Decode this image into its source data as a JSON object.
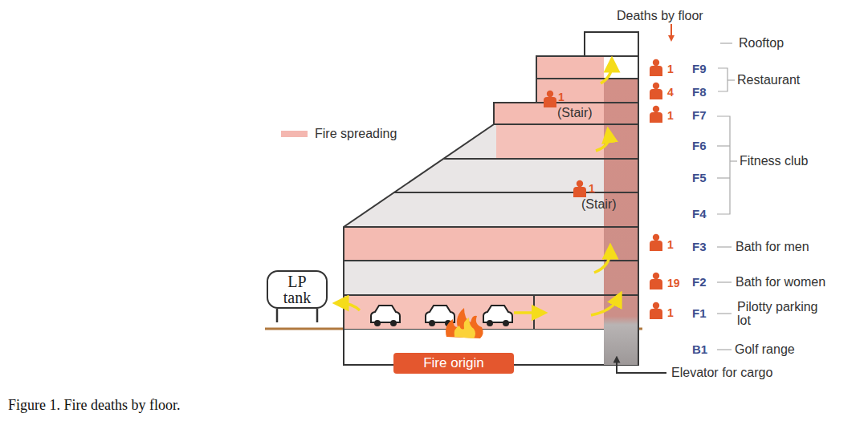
{
  "diagram": {
    "caption": "Figure 1. Fire deaths by floor.",
    "nodes": [
      {
        "text": [
          "LP tank"
        ]
      },
      {
        "text": [
          "Fire origin"
        ]
      }
    ],
    "labels": [
      "Deaths by floor",
      "Rooftop",
      "1",
      "F9",
      "4",
      "F8",
      "Restaurant",
      "1",
      "(Stair)",
      "1",
      "F7",
      "F6",
      "Fitness club",
      "F5",
      "1",
      "(Stair)",
      "F4",
      "1",
      "F3",
      "Bath for men",
      "19",
      "F2",
      "Bath for women",
      "1",
      "F1",
      "Pilotty parking lot",
      "B1",
      "Golf range",
      "Elevator for cargo"
    ],
    "legend": [
      {
        "text": "Fire spreading",
        "color": "#f4b7b0"
      }
    ]
  }
}
